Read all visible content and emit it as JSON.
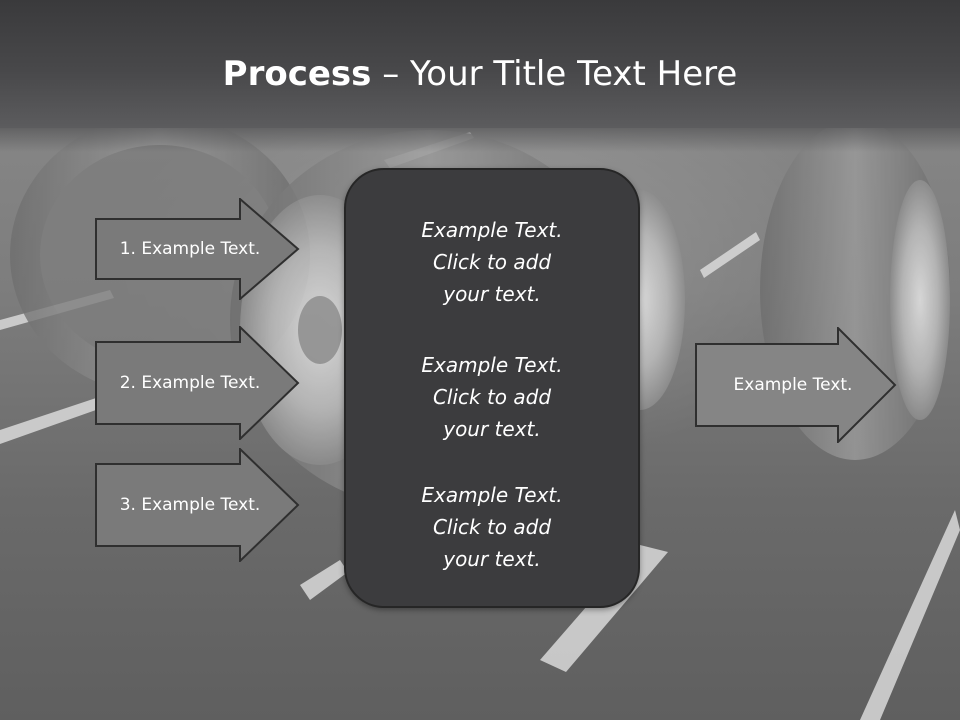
{
  "title": {
    "bold": "Process",
    "separator": " – ",
    "rest": "Your Title Text Here"
  },
  "inputs": [
    {
      "label": "1. Example Text."
    },
    {
      "label": "2. Example Text."
    },
    {
      "label": "3. Example Text."
    }
  ],
  "center_blocks": [
    {
      "line1": "Example Text.",
      "line2": "Click  to add",
      "line3": "your text."
    },
    {
      "line1": "Example Text.",
      "line2": "Click  to add",
      "line3": "your text."
    },
    {
      "line1": "Example Text.",
      "line2": "Click  to add",
      "line3": "your text."
    }
  ],
  "output": {
    "label": "Example Text."
  },
  "colors": {
    "title_bar": "#48484a",
    "arrow_fill": "#7a7a7a",
    "arrow_stroke": "#2f2f2f",
    "center_fill": "#3c3c3e",
    "text": "#ffffff"
  },
  "background": {
    "subject": "tires-on-road-photo"
  }
}
